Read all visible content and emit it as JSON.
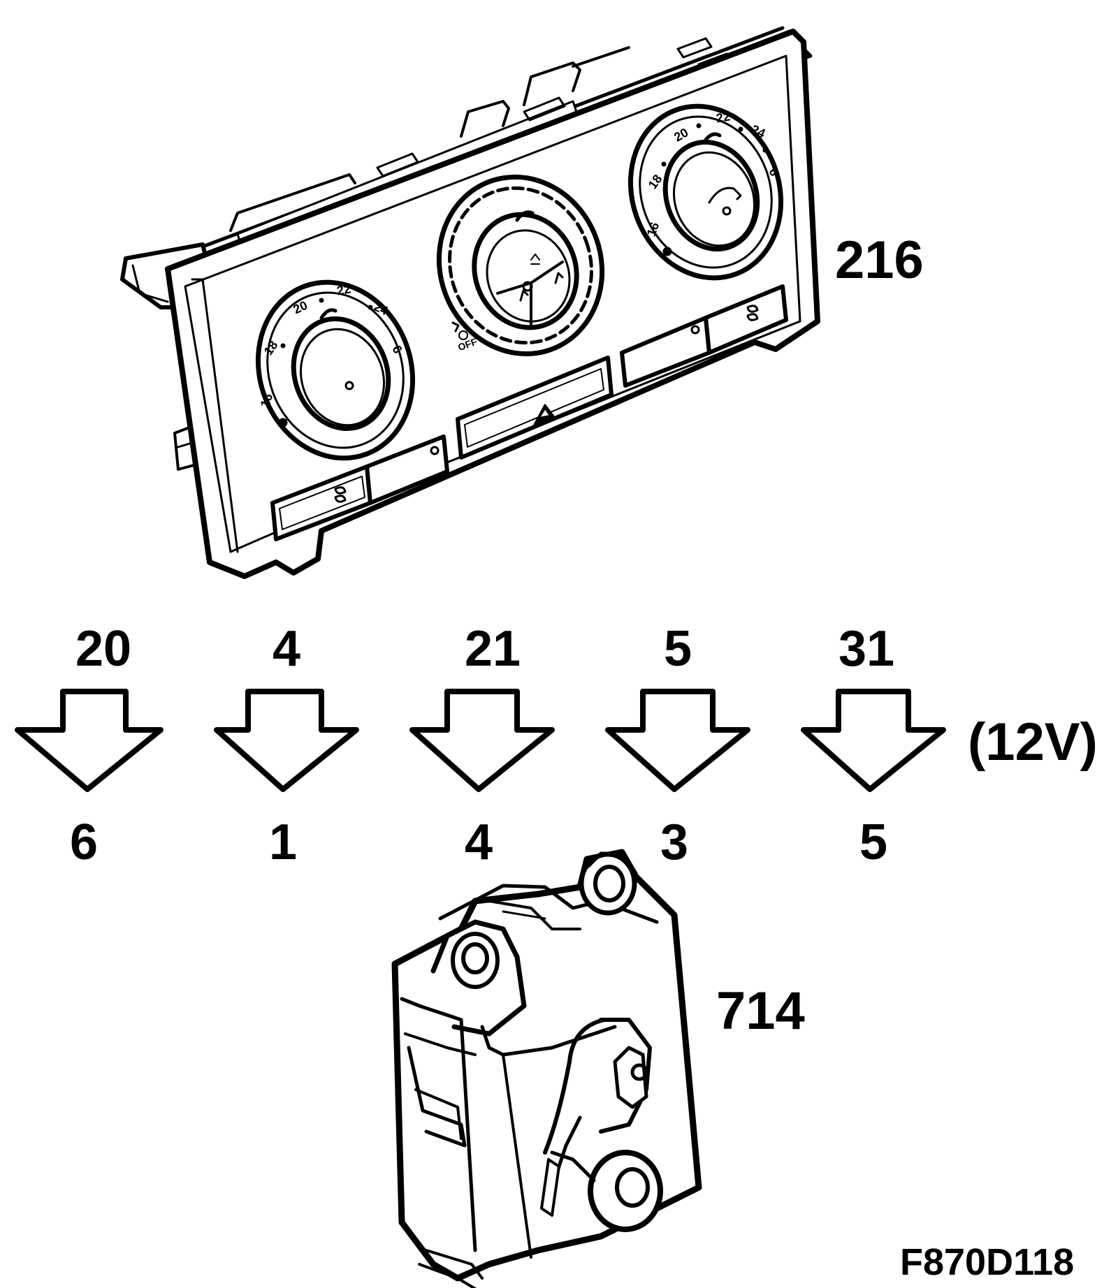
{
  "labels": {
    "control_panel": "216",
    "actuator": "714",
    "voltage": "(12V)",
    "figure_id": "F870D118"
  },
  "connections": [
    {
      "from": "20",
      "to": "6"
    },
    {
      "from": "4",
      "to": "1"
    },
    {
      "from": "21",
      "to": "4"
    },
    {
      "from": "5",
      "to": "3"
    },
    {
      "from": "31",
      "to": "5"
    }
  ],
  "dial_left": [
    "16",
    "18",
    "20",
    "22",
    "24",
    "6"
  ],
  "dial_right": [
    "16",
    "18",
    "20",
    "22",
    "24",
    "6"
  ],
  "fan_dial": {
    "off_label": "OFF"
  }
}
